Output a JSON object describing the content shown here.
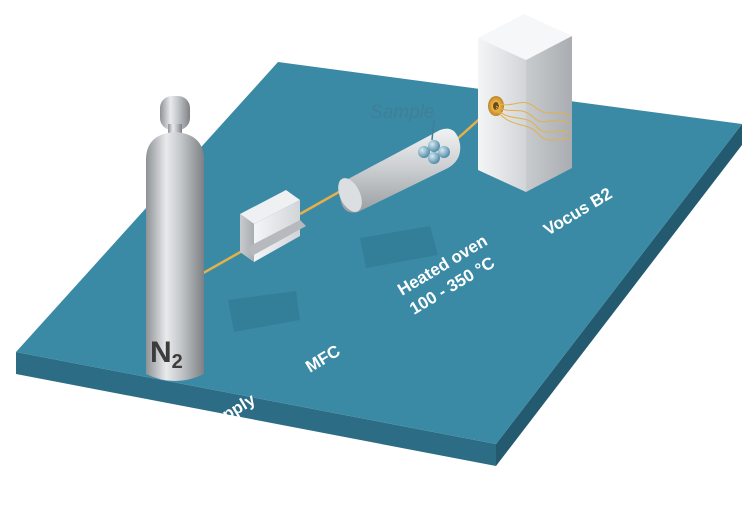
{
  "labels": {
    "supply": "Supply",
    "mfc": "MFC",
    "oven_line1": "Heated oven",
    "oven_line2": "100 - 350 °C",
    "instrument": "Vocus B2",
    "sample": "Sample",
    "cylinder_main": "N",
    "cylinder_sub": "2"
  },
  "colors": {
    "platform_top": "#3a8aa6",
    "platform_front": "#2c6c84",
    "platform_side": "#245a6f",
    "gas_line": "#e3b04b",
    "sample_label": "#3f7f98"
  }
}
